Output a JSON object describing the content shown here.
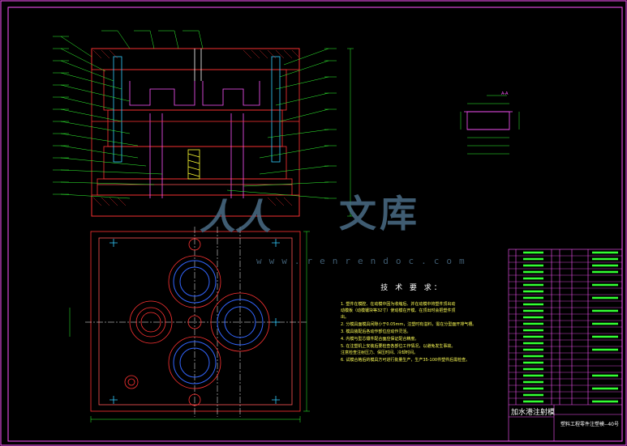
{
  "technical_requirements": {
    "title": "技 术 要 求：",
    "items": [
      "1. 塑件在模腔、在动模中因为收缩后、并在动模中将塑件顶出动",
      "   动模板（动模镶块等32寸）使动模在开模、在顶出时会把塑件顶",
      "   出。",
      "2. 分模具面模具间隙小于0.05mm，注塑时有溢料，需在分型面开排气槽。",
      "3. 模具装配后各动作部位应动作灵活。",
      "4. 内模与型芯镶件配合面应保证配合精度。",
      "5. 在注塑机上安装后要检查各部位工作情况，以避免发生事故。",
      "   注意检查注射压力、保压时间、冷却时间。",
      "6. 试模合格后的模具方可进行批量生产，生产35-100件塑件后需检查。"
    ]
  },
  "watermark": {
    "logo": "人人",
    "text": "文库",
    "url": "www.renrendoc.com"
  },
  "title_block": {
    "company": "加水港注射模",
    "drawing_name": "塑料工程零件注塑模--40号"
  },
  "section_label": "A-A"
}
